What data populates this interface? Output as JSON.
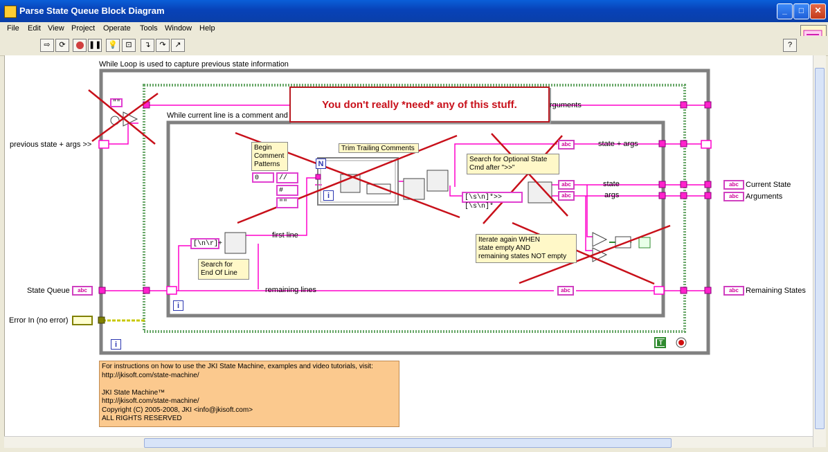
{
  "window": {
    "title": "Parse State Queue Block Diagram",
    "minimize": "_",
    "maximize": "□",
    "close": "✕"
  },
  "menu": [
    "File",
    "Edit",
    "View",
    "Project",
    "Operate",
    "Tools",
    "Window",
    "Help"
  ],
  "toolbar": {
    "buttons": [
      "run-arrow-icon",
      "run-continuously-icon",
      "abort-icon",
      "pause-icon",
      "highlight-execution-icon",
      "retain-wire-values-icon",
      "step-into-icon",
      "step-over-icon",
      "step-out-icon"
    ],
    "help": "?"
  },
  "diagram": {
    "outer_loop_label": "While Loop is used to capture previous state information",
    "inner_loop_label": "While current line is a comment and t",
    "callout": "You don't really *need* any of this stuff.",
    "inputs": {
      "previous_state": "previous state + args >>",
      "state_queue": "State Queue",
      "error_in": "Error In (no error)"
    },
    "outputs": {
      "current_state": "Current State",
      "arguments": "Arguments",
      "remaining_states": "Remaining States"
    },
    "wire_labels": {
      "arguments_top": "rguments",
      "state_args": "state + args",
      "state": "state",
      "args": "args",
      "first_line": "first line",
      "remaining_lines": "remaining lines"
    },
    "comments": {
      "begin_comment": "Begin\nComment\nPatterns",
      "trim": "Trim Trailing Comments",
      "search_optional": "Search for Optional State\nCmd after \">>\"",
      "search_eol": "Search for\nEnd Of Line",
      "iterate": "Iterate again WHEN\nstate empty AND\nremaining states NOT empty"
    },
    "constants": {
      "empty_string": "\"\"",
      "zero": "0",
      "pattern_1": "//",
      "pattern_2": "#",
      "pattern_3": "\"\"",
      "regex_args": "[\\s\\n]*>>[\\s\\n]*",
      "regex_eol": "[\\n\\r]+"
    },
    "abc": "abc",
    "iteration": "i",
    "count": "N",
    "true_const": "T"
  },
  "note": "For instructions on how to use the JKI State Machine, examples and video tutorials, visit:\nhttp://jkisoft.com/state-machine/\n\nJKI State Machine™\nhttp://jkisoft.com/state-machine/\nCopyright (C) 2005-2008, JKI <info@jkisoft.com>\nALL RIGHTS RESERVED",
  "colors": {
    "string_wire": "#ff00cc",
    "loop_border": "#7a7a7a",
    "cross": "#c8101a",
    "error_wire": "#c8c800"
  }
}
